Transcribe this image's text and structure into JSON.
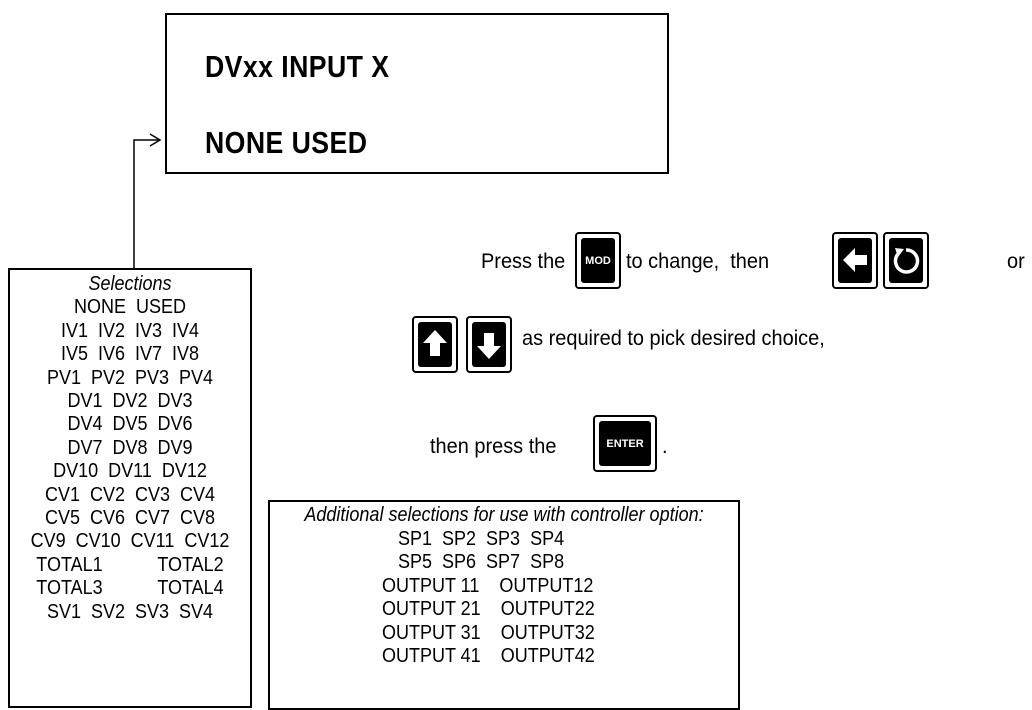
{
  "display": {
    "line1": "DVxx INPUT X",
    "line2": "NONE USED"
  },
  "selections": {
    "title": "Selections",
    "items": [
      "NONE  USED",
      "IV1  IV2  IV3  IV4",
      "IV5  IV6  IV7  IV8",
      "PV1  PV2  PV3  PV4",
      "DV1  DV2  DV3",
      "DV4  DV5  DV6",
      "DV7  DV8  DV9",
      "DV10  DV11  DV12",
      "CV1  CV2  CV3  CV4",
      "CV5  CV6  CV7  CV8",
      "CV9  CV10  CV11  CV12",
      "TOTAL1           TOTAL2",
      "TOTAL3           TOTAL4",
      "SV1  SV2  SV3  SV4"
    ]
  },
  "additional": {
    "title": "Additional selections for use with controller option:",
    "items": [
      "SP1  SP2  SP3  SP4",
      "SP5  SP6  SP7  SP8",
      "OUTPUT 11    OUTPUT12",
      "OUTPUT 21    OUTPUT22",
      "OUTPUT 31    OUTPUT32",
      "OUTPUT 41    OUTPUT42"
    ]
  },
  "instructions": {
    "press_the": "Press the",
    "to_change": "to change,  then",
    "or": "or",
    "as_required": "as required to pick desired choice,",
    "then_press_the": "then press the",
    "period": "."
  },
  "keys": {
    "mod": "MOD",
    "enter": "ENTER",
    "left": "left-arrow-icon",
    "rotate": "rotate-icon",
    "up": "up-arrow-icon",
    "down": "down-arrow-icon"
  }
}
